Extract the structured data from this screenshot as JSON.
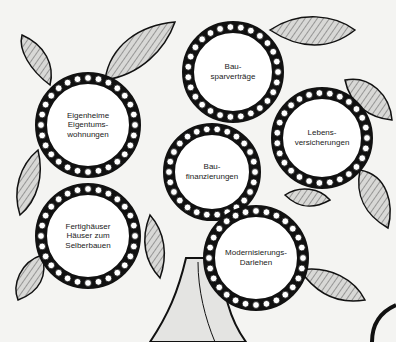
{
  "diagram": {
    "nodes": [
      {
        "text": [
          "Bau- sparverträge"
        ]
      },
      {
        "text": [
          "Eigenheime Eigentums- wohnungen"
        ]
      },
      {
        "text": [
          "Lebens- versicherungen"
        ]
      },
      {
        "text": [
          "Bau- finanzierungen"
        ]
      },
      {
        "text": [
          "Fertighäuser Häuser zum Selberbauen"
        ]
      },
      {
        "text": [
          "Modernisierungs- Darlehen"
        ]
      }
    ]
  }
}
